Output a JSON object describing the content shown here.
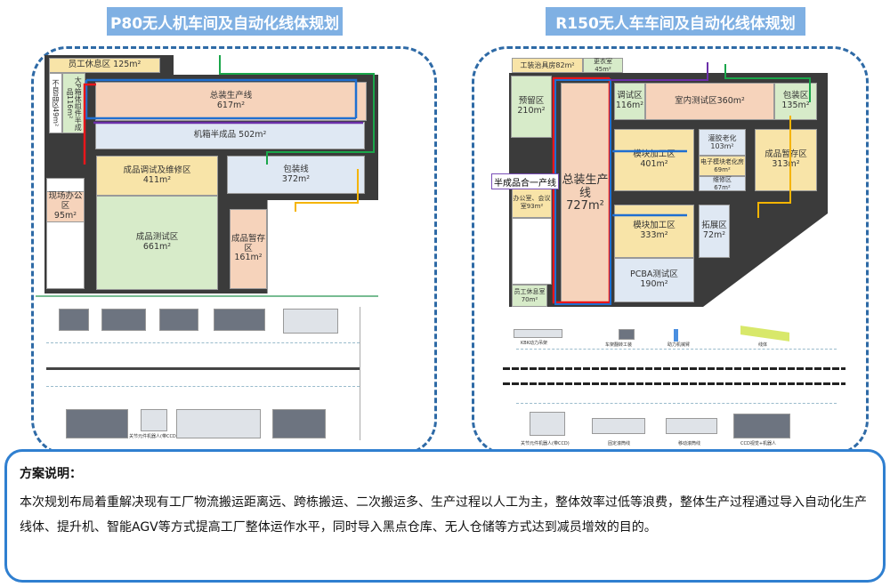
{
  "titles": {
    "left": "P80无人机车间及自动化线体规划",
    "right": "R150无人车车间及自动化线体规划"
  },
  "left_plan": {
    "rest": "员工休息区 125m²",
    "defect": "不良品区49m²",
    "bigp": "大P箱体组件半成品116m²",
    "assembly": "总装生产线",
    "assembly_area": "617m²",
    "chassis": "机箱半成品 502m²",
    "debug": "成品调试及维修区",
    "debug_area": "411m²",
    "test": "成品测试区",
    "test_area": "661m²",
    "pack": "包装线",
    "pack_area": "372m²",
    "office": "现场办公区",
    "office_area": "95m²",
    "storage": "成品暂存区",
    "storage_area": "161m²"
  },
  "left_line": {
    "caption": "关节元件机器人(带CCD)"
  },
  "right_plan": {
    "fixture": "工装治具房82m²",
    "locker": "更衣室",
    "locker_area": "45m²",
    "reserve": "预留区",
    "reserve_area": "210m²",
    "assembly": "总装生产线",
    "assembly_area": "727m²",
    "debug": "调试区",
    "debug_area": "116m²",
    "indoor": "室内测试区360m²",
    "pack": "包装区",
    "pack_area": "135m²",
    "module1": "模块加工区",
    "module1_area": "401m²",
    "potting": "灌胶老化",
    "potting_area": "103m²",
    "aging": "电子模块老化房69m²",
    "repair": "维修区",
    "repair_area": "67m²",
    "storage": "成品暂存区",
    "storage_area": "313m²",
    "office": "办公室、会议室93m²",
    "module2": "模块加工区",
    "module2_area": "333m²",
    "expand": "拓展区",
    "expand_area": "72m²",
    "pcba": "PCBA测试区",
    "pcba_area": "190m²",
    "rest": "员工休息室",
    "rest_area": "70m²",
    "semi_line": "半成品合一产线"
  },
  "right_line": {
    "top_captions": [
      "KBK动力吊架",
      "车架翻转工装",
      "助力机械臂",
      "线体"
    ],
    "bottom_captions": [
      "关节元件机器人(带CCD)",
      "固定滚筒线",
      "移动滚筒线",
      "CCD视觉+机器人"
    ]
  },
  "description": {
    "heading": "方案说明：",
    "body": "本次规划布局着重解决现有工厂物流搬运距离远、跨栋搬运、二次搬运多、生产过程以人工为主，整体效率过低等浪费，整体生产过程通过导入自动化生产线体、提升机、智能AGV等方式提高工厂整体运作水平，同时导入黑点仓库、无人仓储等方式达到减员增效的目的。"
  },
  "colors": {
    "flow_blue": "#1f6fd1",
    "flow_red": "#e8161b",
    "flow_purple": "#6b2fa8",
    "flow_green": "#1aa64a",
    "flow_yellow": "#f5b400"
  }
}
